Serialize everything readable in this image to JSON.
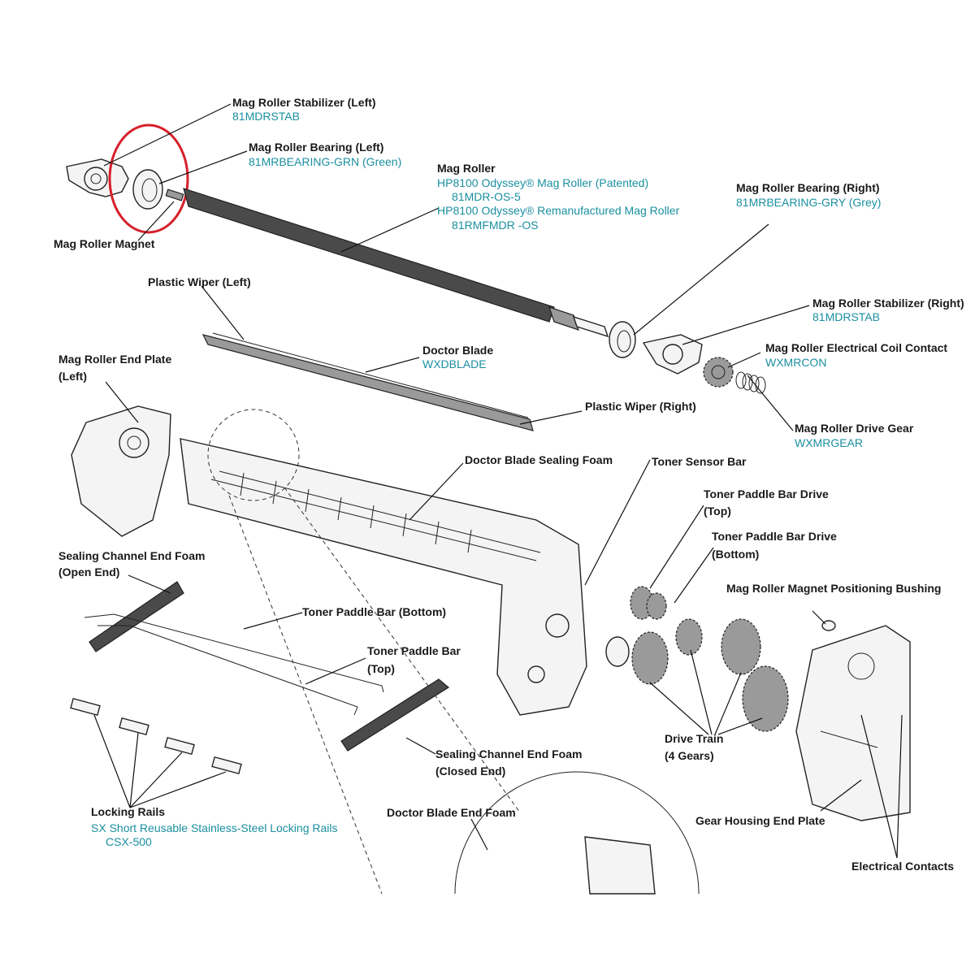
{
  "labels": {
    "stab_left": "Mag Roller Stabilizer (Left)",
    "stab_left_pn": "81MDRSTAB",
    "bearing_left": "Mag Roller Bearing (Left)",
    "bearing_left_pn": "81MRBEARING-GRN (Green)",
    "magnet": "Mag Roller Magnet",
    "mag_roller": "Mag Roller",
    "mag_roller_pn1": "HP8100 Odyssey® Mag Roller (Patented)",
    "mag_roller_pn1b": "81MDR-OS-5",
    "mag_roller_pn2": "HP8100 Odyssey® Remanufactured Mag Roller",
    "mag_roller_pn2b": "81RMFMDR -OS",
    "bearing_right": "Mag Roller Bearing (Right)",
    "bearing_right_pn": "81MRBEARING-GRY (Grey)",
    "wiper_left": "Plastic Wiper (Left)",
    "stab_right": "Mag Roller Stabilizer (Right)",
    "stab_right_pn": "81MDRSTAB",
    "coil_contact": "Mag Roller Electrical Coil Contact",
    "coil_contact_pn": "WXMRCON",
    "end_plate_left_1": "Mag Roller End Plate",
    "end_plate_left_2": "(Left)",
    "doctor_blade": "Doctor Blade",
    "doctor_blade_pn": "WXDBLADE",
    "wiper_right": "Plastic Wiper (Right)",
    "drive_gear": "Mag Roller Drive Gear",
    "drive_gear_pn": "WXMRGEAR",
    "sealing_foam": "Doctor Blade Sealing Foam",
    "toner_sensor": "Toner Sensor Bar",
    "paddle_drive_top_1": "Toner Paddle Bar Drive",
    "paddle_drive_top_2": "(Top)",
    "paddle_drive_bot_1": "Toner Paddle Bar Drive",
    "paddle_drive_bot_2": "(Bottom)",
    "channel_open_1": "Sealing Channel End Foam",
    "channel_open_2": "(Open End)",
    "positioning_bushing": "Mag Roller Magnet Positioning Bushing",
    "paddle_bottom": "Toner Paddle Bar (Bottom)",
    "paddle_top_1": "Toner Paddle Bar",
    "paddle_top_2": "(Top)",
    "drive_train_1": "Drive Train",
    "drive_train_2": "(4 Gears)",
    "channel_closed_1": "Sealing Channel End Foam",
    "channel_closed_2": "(Closed End)",
    "gear_housing": "Gear Housing End Plate",
    "locking_rails": "Locking Rails",
    "locking_rails_pn": "SX Short Reusable Stainless-Steel Locking Rails",
    "locking_rails_pn2": "CSX-500",
    "doctor_end_foam": "Doctor Blade End Foam",
    "electrical_contacts": "Electrical Contacts"
  },
  "colors": {
    "part_number": "#1a8fa0",
    "highlight": "#d6202a"
  }
}
